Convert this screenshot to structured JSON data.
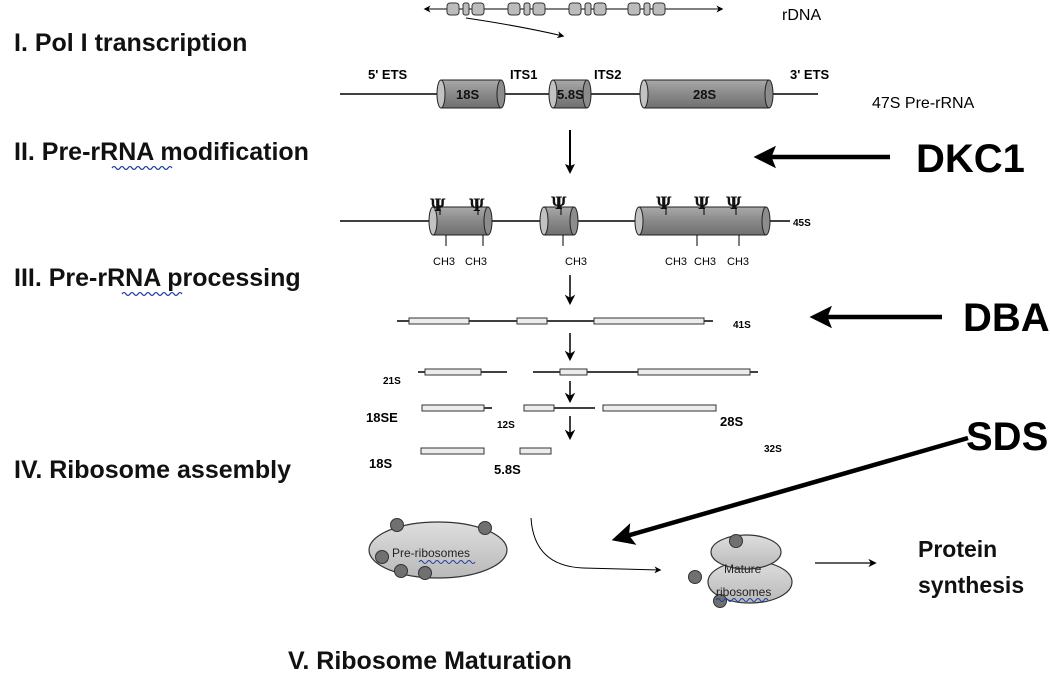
{
  "stages": {
    "s1": "I. Pol I transcription",
    "s2_a": "II. Pre-",
    "s2_b": "rRNA",
    "s2_c": " modification",
    "s3_a": "III. Pre-",
    "s3_b": "rRNA",
    "s3_c": " processing",
    "s4": "IV. Ribosome assembly",
    "s5": "V. Ribosome Maturation"
  },
  "diseases": {
    "dkc1": "DKC1",
    "dba": "DBA",
    "sds": "SDS"
  },
  "labels": {
    "rdna": "rDNA",
    "ets5": "5' ETS",
    "its1": "ITS1",
    "its2": "ITS2",
    "ets3": "3' ETS",
    "seg18s": "18S",
    "seg58s": "5.8S",
    "seg28s": "28S",
    "pre47s": "47S Pre-rRNA",
    "psi": "Ψ",
    "ch3": "CH3",
    "r45s": "45S",
    "r41s": "41S",
    "r21s": "21S",
    "r18se": "18SE",
    "r12s": "12S",
    "r28s": "28S",
    "r32s": "32S",
    "r18s": "18S",
    "r58s": "5.8S",
    "pre_ribosomes": "Pre-ribosomes",
    "mature_1": "Mature",
    "mature_2": "ribosomes",
    "protein_1": "Protein",
    "protein_2": "synthesis"
  },
  "colors": {
    "cylinder_fill": "#8c8c8c",
    "cylinder_cap": "#c2c2c2",
    "ribosome_fill": "#c8c8c8",
    "protein_dot": "#707070",
    "bar_fill": "#ececec"
  }
}
